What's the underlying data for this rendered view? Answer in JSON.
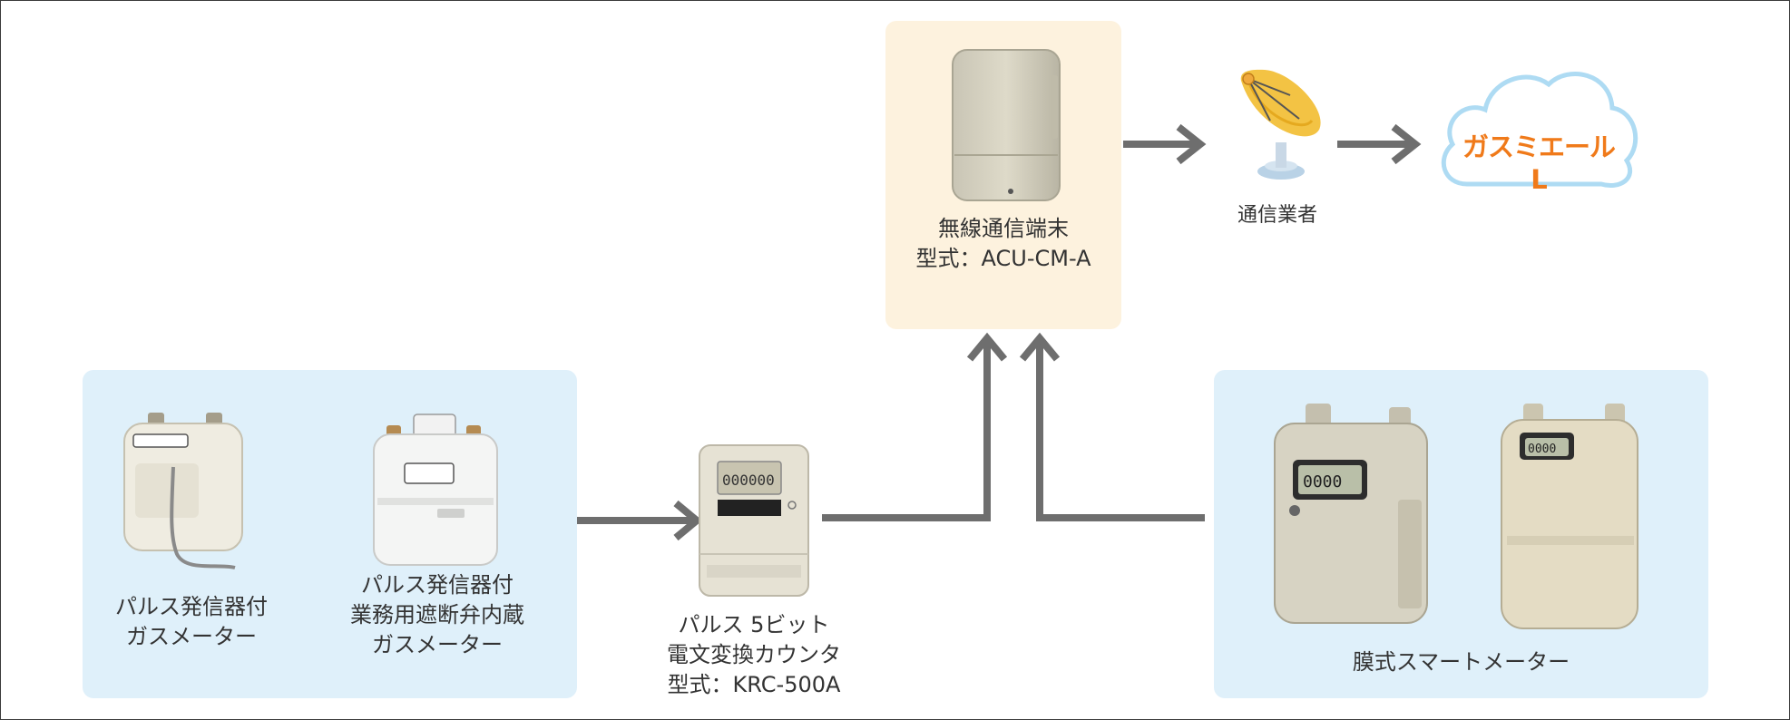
{
  "colors": {
    "panel_blue": "#dff0fa",
    "panel_cream": "#fdf2de",
    "arrow": "#6e6e6e",
    "cloud_stroke": "#aedbf3",
    "logo_orange": "#f07a1a"
  },
  "terminal": {
    "name": "無線通信端末",
    "model": "型式：ACU-CM-A"
  },
  "carrier": {
    "label": "通信業者"
  },
  "cloud": {
    "logo_text": "ガスミエールL"
  },
  "pulse_meter": {
    "line1": "パルス発信器付",
    "line2": "ガスメーター"
  },
  "commercial_meter": {
    "line1": "パルス発信器付",
    "line2": "業務用遮断弁内蔵",
    "line3": "ガスメーター"
  },
  "counter": {
    "line1": "パルス 5ビット",
    "line2": "電文変換カウンタ",
    "line3": "型式：KRC-500A"
  },
  "smart_meter": {
    "label": "膜式スマートメーター"
  },
  "icons": [
    "satellite-dish-icon",
    "cloud-icon"
  ]
}
